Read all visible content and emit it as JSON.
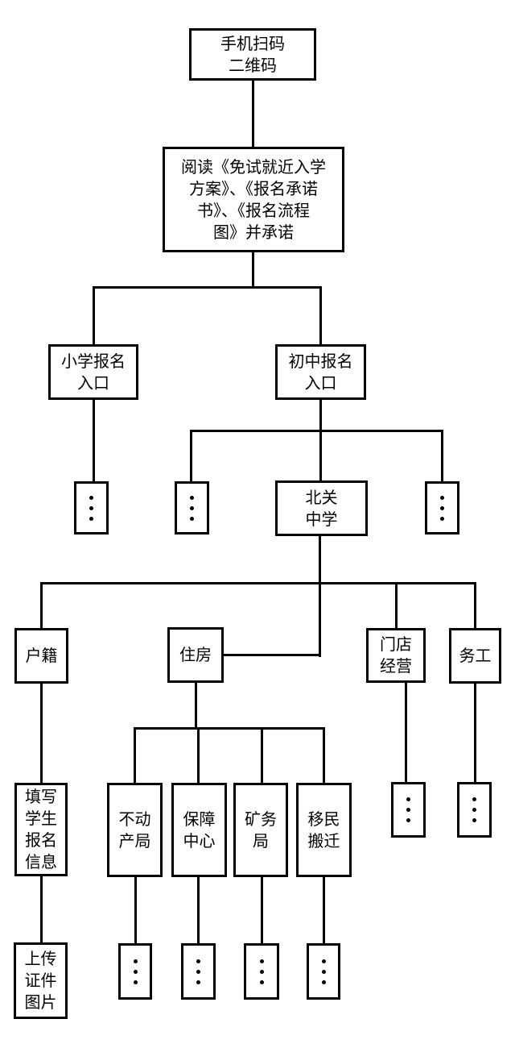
{
  "diagram": {
    "type": "flowchart",
    "background": "#ffffff",
    "line_color": "#000000",
    "box_border_color": "#000000",
    "text_color": "#000000",
    "nodes": {
      "scan_qr": {
        "label": "手机扫码\n二维码"
      },
      "read_documents": {
        "label": "阅读《免试就近入学\n方案》、《报名承诺\n书》、《报名流程\n图》并承诺"
      },
      "primary_school_entry": {
        "label": "小学报名\n入口"
      },
      "junior_school_entry": {
        "label": "初中报名\n入口"
      },
      "beiguan_middle_school": {
        "label": "北关\n中学"
      },
      "household_register": {
        "label": "户籍"
      },
      "housing": {
        "label": "住房"
      },
      "shop_business": {
        "label": "门店\n经营"
      },
      "migrant_work": {
        "label": "务工"
      },
      "fill_student_info": {
        "label": "填写\n学生\n报名\n信息"
      },
      "real_estate_bureau": {
        "label": "不动\n产局"
      },
      "support_center": {
        "label": "保障\n中心"
      },
      "mining_bureau": {
        "label": "矿务\n局"
      },
      "migrant_relocation": {
        "label": "移民\n搬迁"
      },
      "upload_id_photos": {
        "label": "上传\n证件\n图片"
      },
      "ellipsis_placeholder": {
        "symbol": "⋮"
      }
    }
  }
}
